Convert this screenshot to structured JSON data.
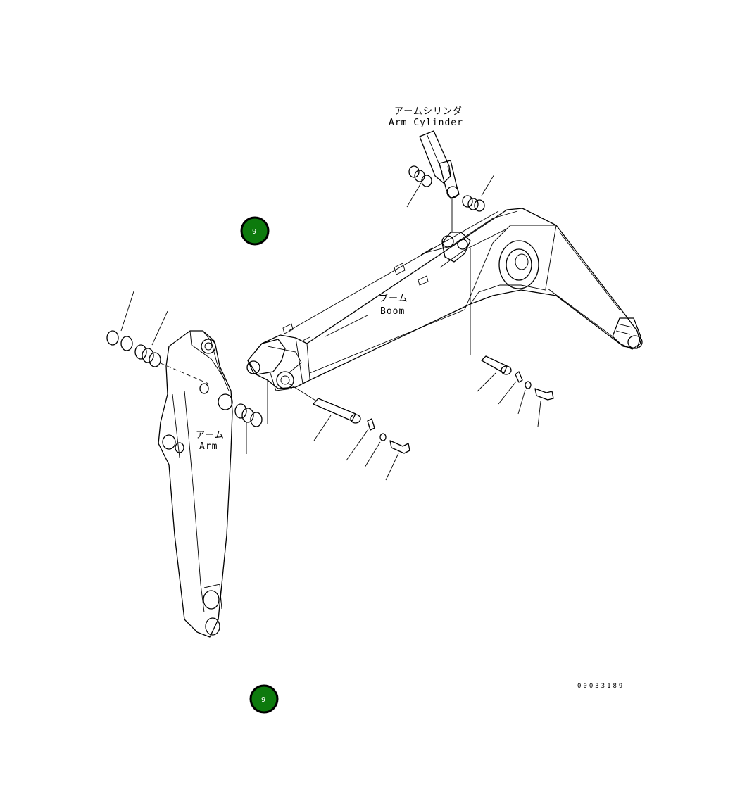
{
  "labels": {
    "arm_cylinder_jp": "アームシリンダ",
    "arm_cylinder_en": "Arm Cylinder",
    "boom_jp": "ブーム",
    "boom_en": "Boom",
    "arm_jp": "アーム",
    "arm_en": "Arm"
  },
  "drawing_code": "00033189",
  "badges": {
    "top": "9",
    "bottom": "9"
  },
  "colors": {
    "badge": "#0d7a0d",
    "line": "#000000",
    "background": "#ffffff"
  }
}
